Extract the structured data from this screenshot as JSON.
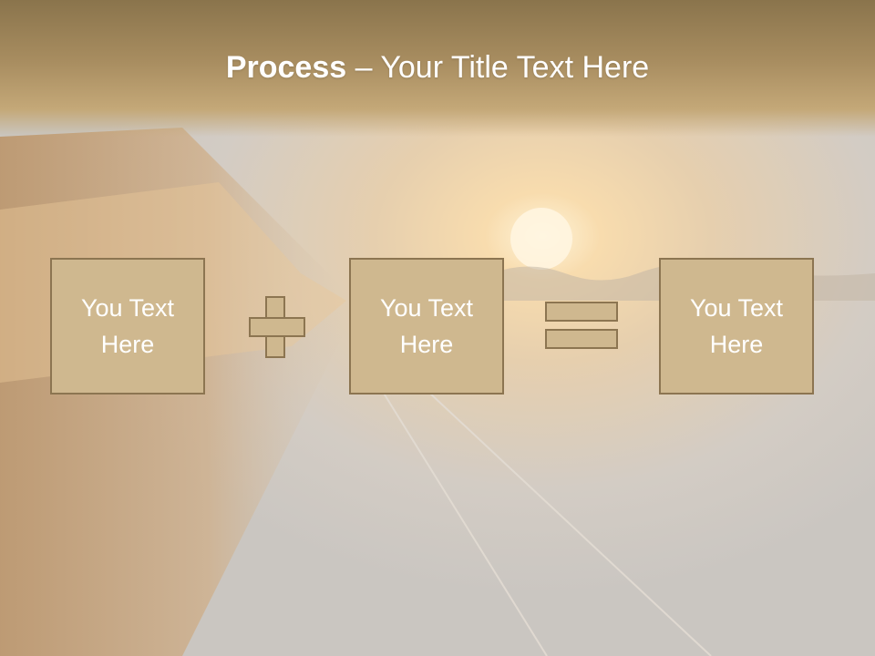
{
  "slide": {
    "title_bold": "Process",
    "title_rest": " – Your Title Text Here",
    "boxes": [
      {
        "line1": "You Text",
        "line2": "Here"
      },
      {
        "line1": "You Text",
        "line2": "Here"
      },
      {
        "line1": "You Text",
        "line2": "Here"
      }
    ],
    "operators": [
      "plus-icon",
      "equals-icon"
    ]
  },
  "colors": {
    "title_band": "#a88d60",
    "box_fill": "#cfb88f",
    "box_border": "#8c7551",
    "text": "#ffffff"
  }
}
